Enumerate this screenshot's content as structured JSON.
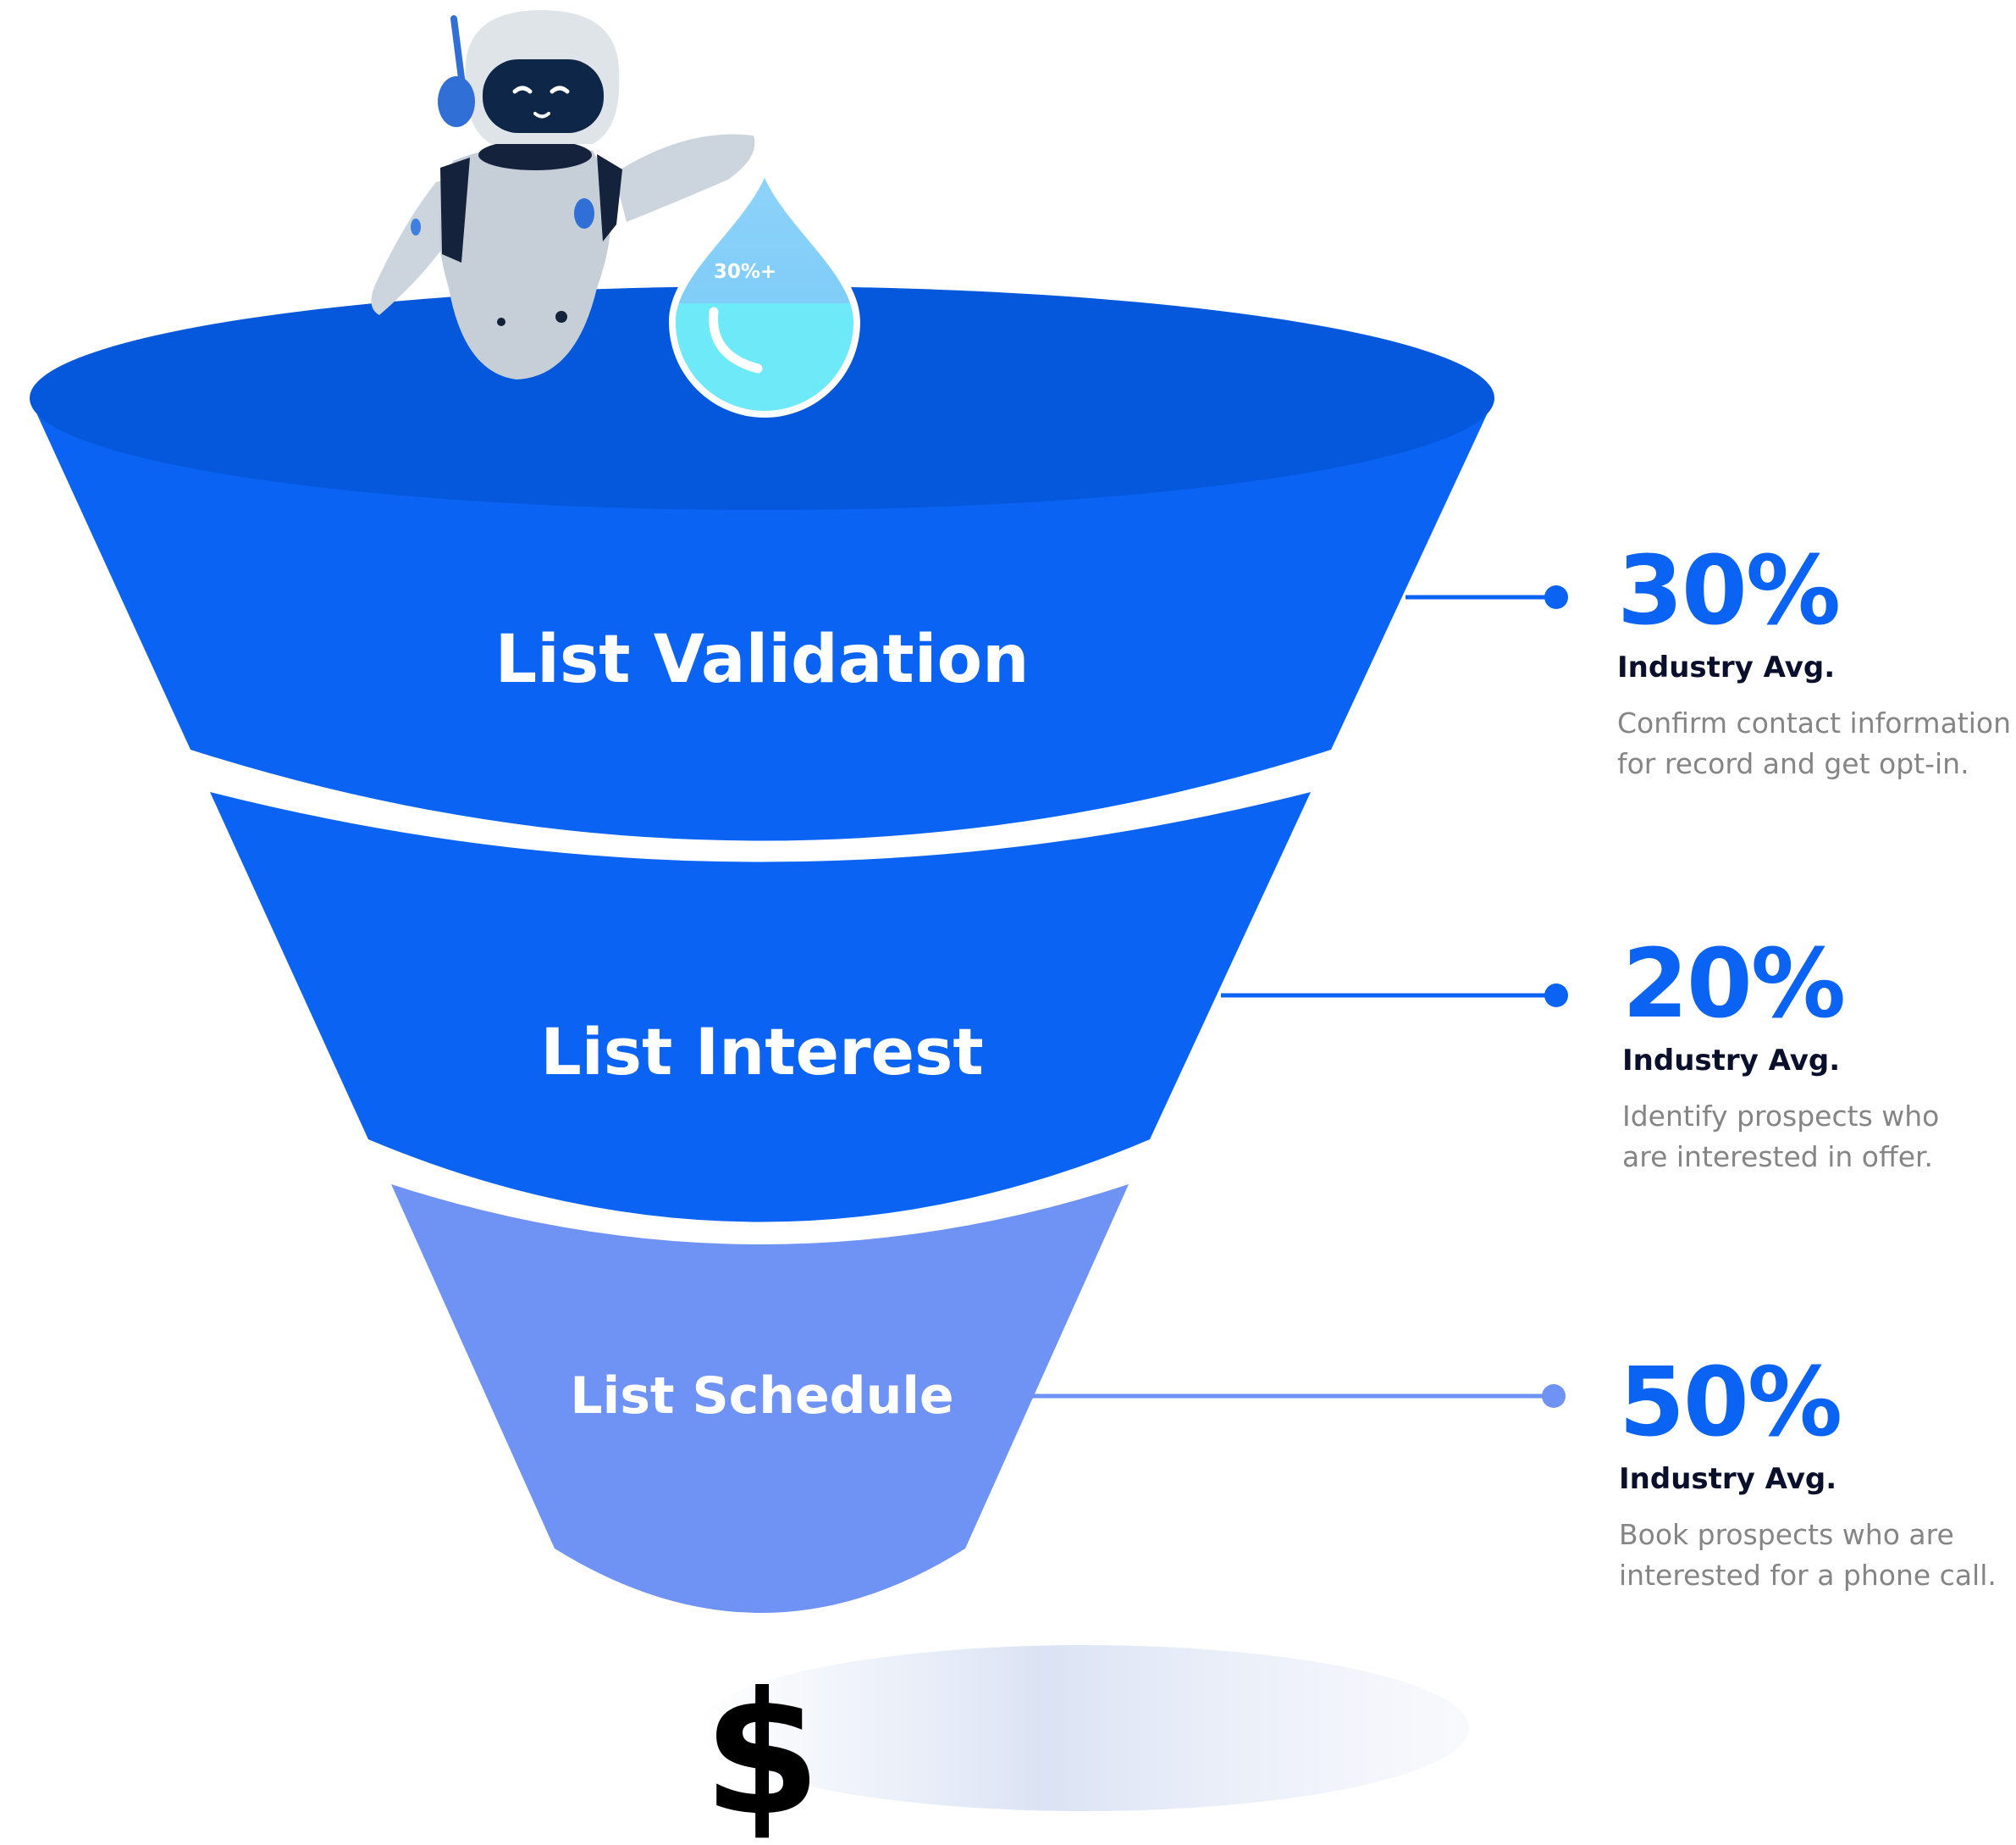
{
  "drop_label": "30%+",
  "stages": [
    {
      "name": "List Validation",
      "percent": "30%",
      "sub": "Industry Avg.",
      "desc": [
        "Confirm contact information",
        "for record and get opt-in."
      ],
      "color": "#0a63f2"
    },
    {
      "name": "List Interest",
      "percent": "20%",
      "sub": "Industry Avg.",
      "desc": [
        "Identify prospects who",
        "are interested in offer."
      ],
      "color": "#0a63f2"
    },
    {
      "name": "List Schedule",
      "percent": "50%",
      "sub": "Industry Avg.",
      "desc": [
        "Book prospects who are",
        "interested for a phone call."
      ],
      "color": "#6f93f5"
    }
  ],
  "dollar_symbol": "$",
  "colors": {
    "rim": "#0558db",
    "stage_blue": "#0a63f2",
    "stage_light": "#6f93f5",
    "percent_text": "#0a63f2",
    "desc_text": "#858585"
  }
}
